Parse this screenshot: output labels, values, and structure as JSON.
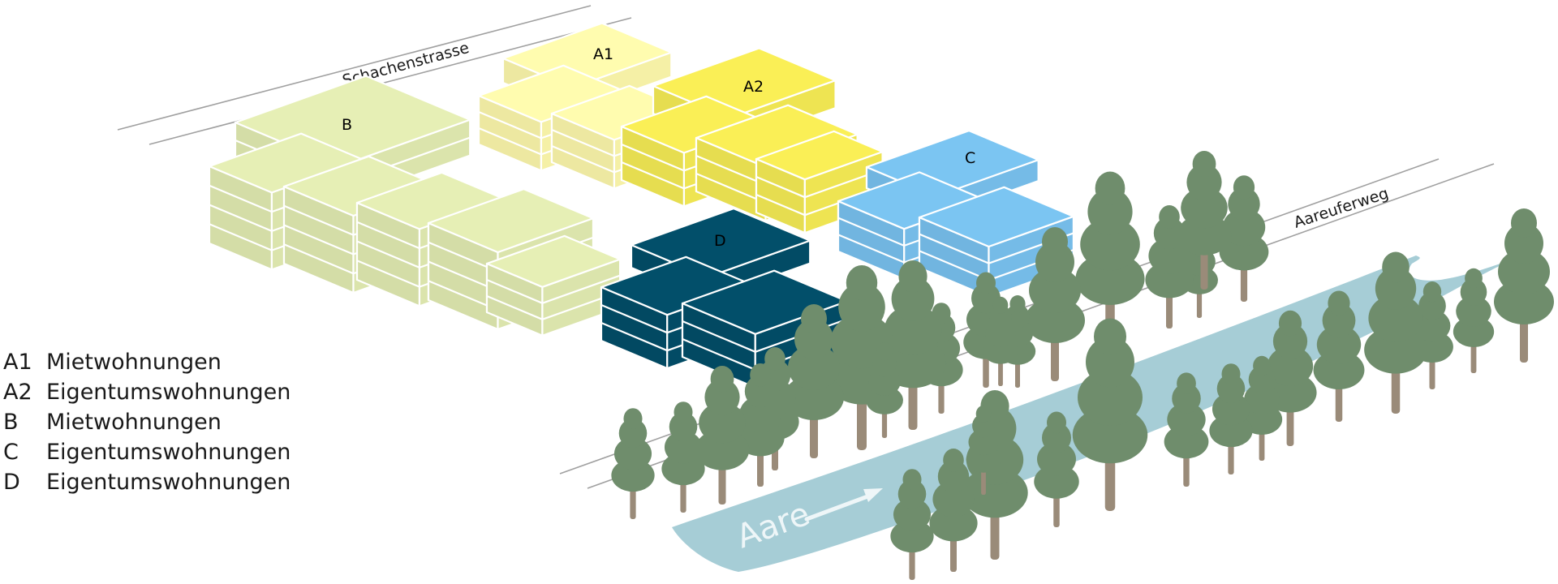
{
  "streets": {
    "top": "Schachenstrasse",
    "right": "Aareuferweg"
  },
  "river": {
    "label": "Aare"
  },
  "buildings": [
    {
      "code": "A1",
      "color": "#f7f2a8",
      "label_color": "#9a9a9a"
    },
    {
      "code": "A2",
      "color": "#f0e653",
      "label_color": "#1a1a1a"
    },
    {
      "code": "B",
      "color": "#dde6ae",
      "label_color": "#9a9a9a"
    },
    {
      "code": "C",
      "color": "#76bde9",
      "label_color": "#1a1a1a"
    },
    {
      "code": "D",
      "color": "#024c66",
      "label_color": "#1a1a1a"
    }
  ],
  "legend": [
    {
      "code": "A1",
      "text": "Mietwohnungen"
    },
    {
      "code": "A2",
      "text": "Eigentumswohnungen"
    },
    {
      "code": "B",
      "text": "Mietwohnungen"
    },
    {
      "code": "C",
      "text": "Eigentumswohnungen"
    },
    {
      "code": "D",
      "text": "Eigentumswohnungen"
    }
  ],
  "colors": {
    "tree_crown": "#6f8d6c",
    "tree_trunk": "#9a8b79",
    "river": "#a6cdd6",
    "road": "#a0a0a0"
  }
}
